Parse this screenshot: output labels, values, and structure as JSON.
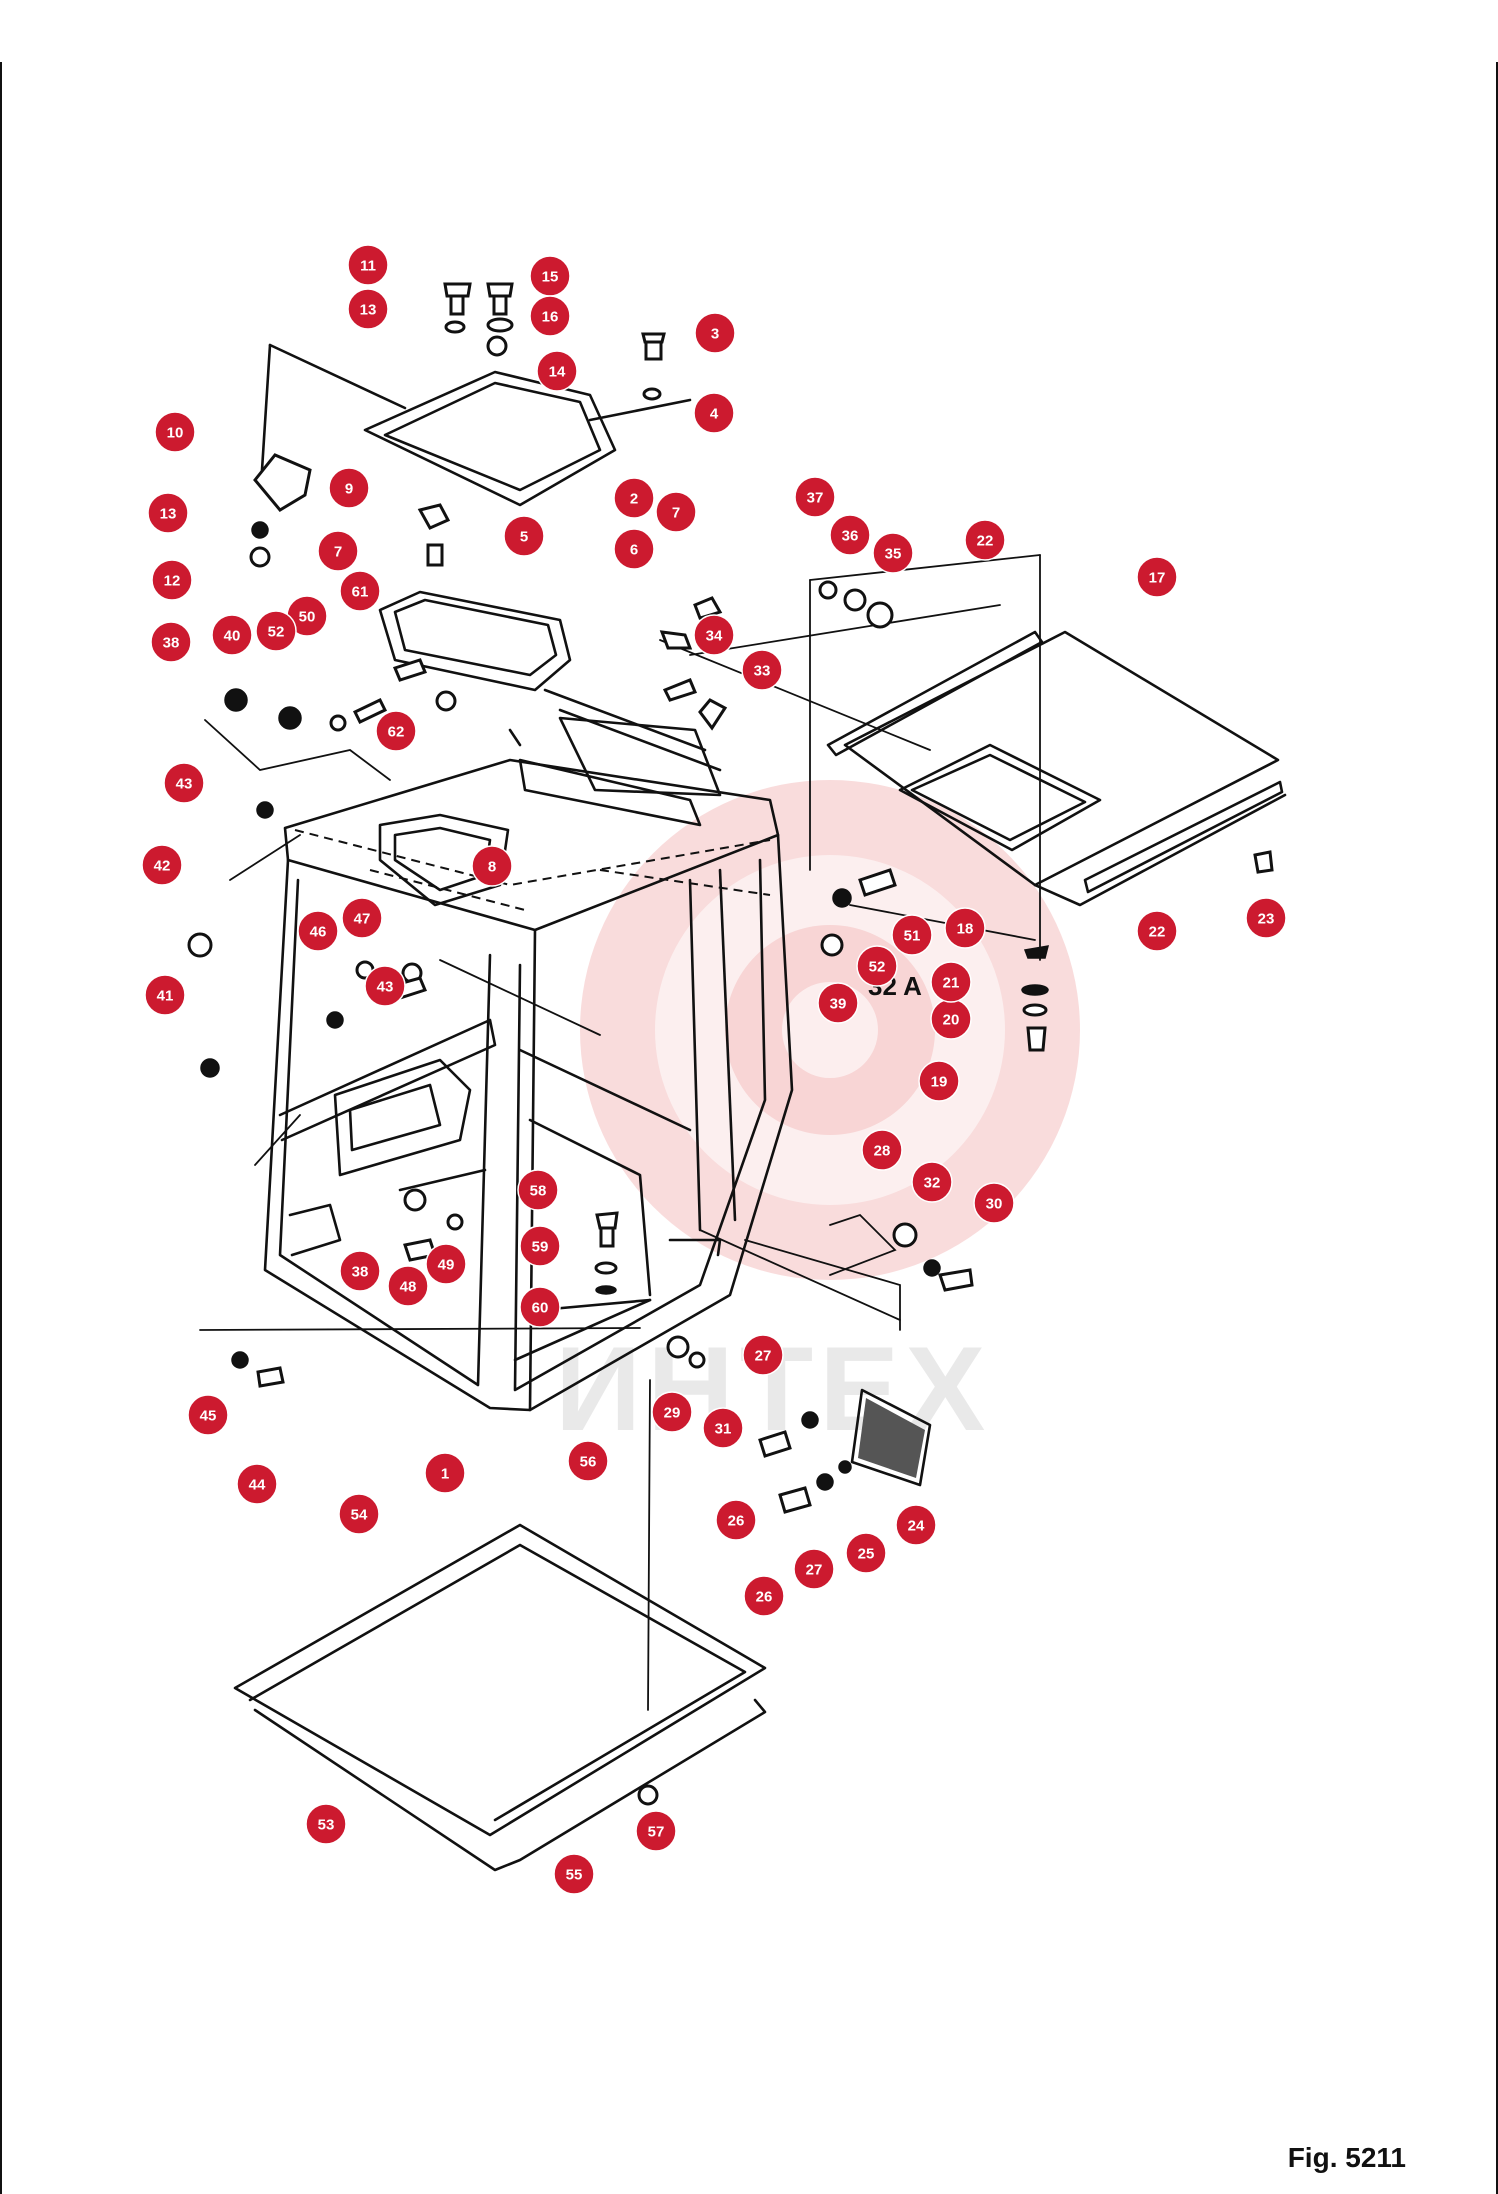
{
  "figure_label": "Fig. 5211",
  "watermark": "ИНТЕХ",
  "callouts": [
    {
      "num": "1"
    },
    {
      "num": "2"
    },
    {
      "num": "3"
    },
    {
      "num": "4"
    },
    {
      "num": "5"
    },
    {
      "num": "6"
    },
    {
      "num": "7"
    },
    {
      "num": "7"
    },
    {
      "num": "8"
    },
    {
      "num": "9"
    },
    {
      "num": "10"
    },
    {
      "num": "11"
    },
    {
      "num": "12"
    },
    {
      "num": "13"
    },
    {
      "num": "13"
    },
    {
      "num": "14"
    },
    {
      "num": "15"
    },
    {
      "num": "16"
    },
    {
      "num": "17"
    },
    {
      "num": "18"
    },
    {
      "num": "19"
    },
    {
      "num": "20"
    },
    {
      "num": "21"
    },
    {
      "num": "22"
    },
    {
      "num": "22"
    },
    {
      "num": "23"
    },
    {
      "num": "24"
    },
    {
      "num": "25"
    },
    {
      "num": "26"
    },
    {
      "num": "26"
    },
    {
      "num": "27"
    },
    {
      "num": "27"
    },
    {
      "num": "28"
    },
    {
      "num": "29"
    },
    {
      "num": "30"
    },
    {
      "num": "31"
    },
    {
      "num": "32"
    },
    {
      "num": "33"
    },
    {
      "num": "34"
    },
    {
      "num": "35"
    },
    {
      "num": "36"
    },
    {
      "num": "37"
    },
    {
      "num": "38"
    },
    {
      "num": "38"
    },
    {
      "num": "39"
    },
    {
      "num": "40"
    },
    {
      "num": "41"
    },
    {
      "num": "42"
    },
    {
      "num": "43"
    },
    {
      "num": "43"
    },
    {
      "num": "44"
    },
    {
      "num": "45"
    },
    {
      "num": "46"
    },
    {
      "num": "47"
    },
    {
      "num": "48"
    },
    {
      "num": "49"
    },
    {
      "num": "50"
    },
    {
      "num": "51"
    },
    {
      "num": "52"
    },
    {
      "num": "52"
    },
    {
      "num": "53"
    },
    {
      "num": "54"
    },
    {
      "num": "55"
    },
    {
      "num": "56"
    },
    {
      "num": "57"
    },
    {
      "num": "58"
    },
    {
      "num": "59"
    },
    {
      "num": "60"
    },
    {
      "num": "61"
    },
    {
      "num": "62"
    }
  ],
  "printed_labels": {
    "l32a": "32 A"
  }
}
